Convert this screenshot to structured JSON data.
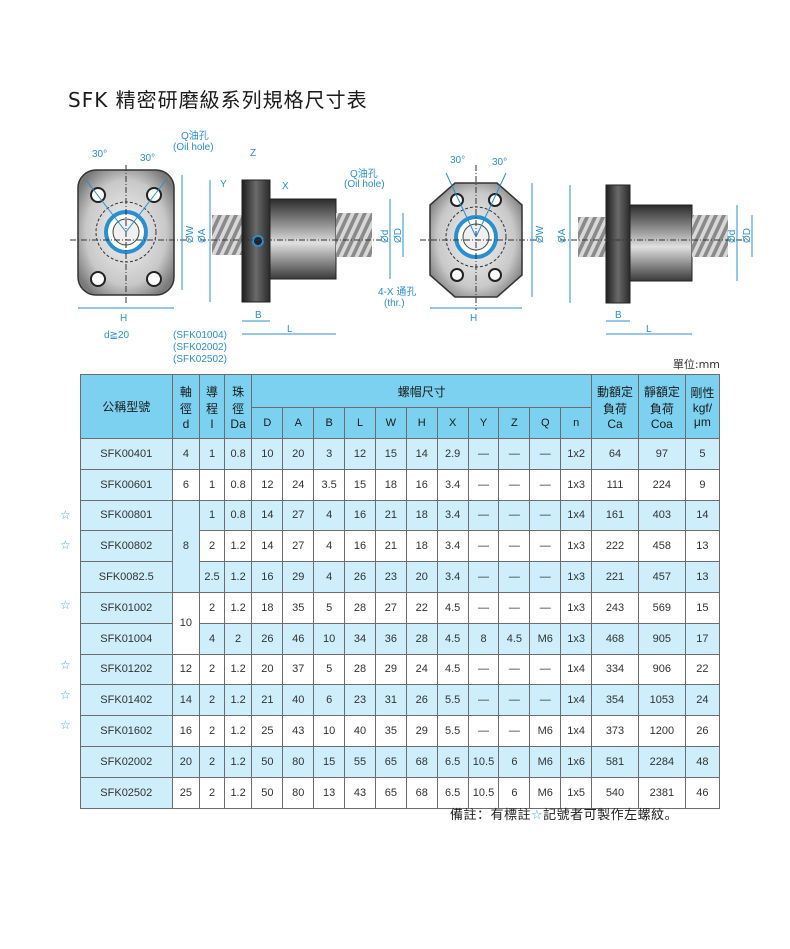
{
  "title": "SFK 精密研磨級系列規格尺寸表",
  "drawing": {
    "angle1": "30°",
    "angle2": "30°",
    "oil_hole_left": "Q油孔",
    "oil_hole_left_en": "(Oil hole)",
    "oil_hole_right": "Q油孔",
    "oil_hole_right_en": "(Oil hole)",
    "dim_z": "Z",
    "dim_y": "Y",
    "dim_x": "X",
    "dim_w": "ØW",
    "dim_a": "ØA",
    "dim_d_small": "Ød",
    "dim_d_big": "ØD",
    "dim_h": "H",
    "dim_b": "B",
    "dim_l": "L",
    "d_note": "d≧20",
    "models_note": [
      "(SFK01004)",
      "(SFK02002)",
      "(SFK02502)"
    ],
    "thru_hole": "4-X 通孔",
    "thru_hole_en": "(thr.)"
  },
  "unit_label": "單位:mm",
  "table": {
    "head": {
      "model": "公稱型號",
      "shaft": [
        "軸",
        "徑",
        "d"
      ],
      "lead": [
        "導",
        "程",
        "l"
      ],
      "ball": [
        "珠",
        "徑",
        "Da"
      ],
      "nut_dims": "螺帽尺寸",
      "dyn": [
        "動額定",
        "負荷",
        "Ca"
      ],
      "stat": [
        "靜額定",
        "負荷",
        "Coa"
      ],
      "rigid": [
        "剛性",
        "kgf/",
        "μm"
      ],
      "sub": [
        "D",
        "A",
        "B",
        "L",
        "W",
        "H",
        "X",
        "Y",
        "Z",
        "Q",
        "n"
      ]
    },
    "rows": [
      {
        "model": "SFK00401",
        "d": "4",
        "l": "1",
        "Da": "0.8",
        "D": "10",
        "A": "20",
        "B": "3",
        "L": "12",
        "W": "15",
        "H": "14",
        "X": "2.9",
        "Y": "—",
        "Z": "—",
        "Q": "—",
        "n": "1x2",
        "Ca": "64",
        "Coa": "97",
        "K": "5"
      },
      {
        "model": "SFK00601",
        "d": "6",
        "l": "1",
        "Da": "0.8",
        "D": "12",
        "A": "24",
        "B": "3.5",
        "L": "15",
        "W": "18",
        "H": "16",
        "X": "3.4",
        "Y": "—",
        "Z": "—",
        "Q": "—",
        "n": "1x3",
        "Ca": "111",
        "Coa": "224",
        "K": "9"
      },
      {
        "model": "SFK00801",
        "d": "",
        "l": "1",
        "Da": "0.8",
        "D": "14",
        "A": "27",
        "B": "4",
        "L": "16",
        "W": "21",
        "H": "18",
        "X": "3.4",
        "Y": "—",
        "Z": "—",
        "Q": "—",
        "n": "1x4",
        "Ca": "161",
        "Coa": "403",
        "K": "14"
      },
      {
        "model": "SFK00802",
        "d": "8",
        "l": "2",
        "Da": "1.2",
        "D": "14",
        "A": "27",
        "B": "4",
        "L": "16",
        "W": "21",
        "H": "18",
        "X": "3.4",
        "Y": "—",
        "Z": "—",
        "Q": "—",
        "n": "1x3",
        "Ca": "222",
        "Coa": "458",
        "K": "13"
      },
      {
        "model": "SFK0082.5",
        "d": "",
        "l": "2.5",
        "Da": "1.2",
        "D": "16",
        "A": "29",
        "B": "4",
        "L": "26",
        "W": "23",
        "H": "20",
        "X": "3.4",
        "Y": "—",
        "Z": "—",
        "Q": "—",
        "n": "1x3",
        "Ca": "221",
        "Coa": "457",
        "K": "13"
      },
      {
        "model": "SFK01002",
        "d": "",
        "l": "2",
        "Da": "1.2",
        "D": "18",
        "A": "35",
        "B": "5",
        "L": "28",
        "W": "27",
        "H": "22",
        "X": "4.5",
        "Y": "—",
        "Z": "—",
        "Q": "—",
        "n": "1x3",
        "Ca": "243",
        "Coa": "569",
        "K": "15"
      },
      {
        "model": "SFK01004",
        "d": "10",
        "l": "4",
        "Da": "2",
        "D": "26",
        "A": "46",
        "B": "10",
        "L": "34",
        "W": "36",
        "H": "28",
        "X": "4.5",
        "Y": "8",
        "Z": "4.5",
        "Q": "M6",
        "n": "1x3",
        "Ca": "468",
        "Coa": "905",
        "K": "17"
      },
      {
        "model": "SFK01202",
        "d": "12",
        "l": "2",
        "Da": "1.2",
        "D": "20",
        "A": "37",
        "B": "5",
        "L": "28",
        "W": "29",
        "H": "24",
        "X": "4.5",
        "Y": "—",
        "Z": "—",
        "Q": "—",
        "n": "1x4",
        "Ca": "334",
        "Coa": "906",
        "K": "22"
      },
      {
        "model": "SFK01402",
        "d": "14",
        "l": "2",
        "Da": "1.2",
        "D": "21",
        "A": "40",
        "B": "6",
        "L": "23",
        "W": "31",
        "H": "26",
        "X": "5.5",
        "Y": "—",
        "Z": "—",
        "Q": "—",
        "n": "1x4",
        "Ca": "354",
        "Coa": "1053",
        "K": "24"
      },
      {
        "model": "SFK01602",
        "d": "16",
        "l": "2",
        "Da": "1.2",
        "D": "25",
        "A": "43",
        "B": "10",
        "L": "40",
        "W": "35",
        "H": "29",
        "X": "5.5",
        "Y": "—",
        "Z": "—",
        "Q": "M6",
        "n": "1x4",
        "Ca": "373",
        "Coa": "1200",
        "K": "26"
      },
      {
        "model": "SFK02002",
        "d": "20",
        "l": "2",
        "Da": "1.2",
        "D": "50",
        "A": "80",
        "B": "15",
        "L": "55",
        "W": "65",
        "H": "68",
        "X": "6.5",
        "Y": "10.5",
        "Z": "6",
        "Q": "M6",
        "n": "1x6",
        "Ca": "581",
        "Coa": "2284",
        "K": "48"
      },
      {
        "model": "SFK02502",
        "d": "25",
        "l": "2",
        "Da": "1.2",
        "D": "50",
        "A": "80",
        "B": "13",
        "L": "43",
        "W": "65",
        "H": "68",
        "X": "6.5",
        "Y": "10.5",
        "Z": "6",
        "Q": "M6",
        "n": "1x5",
        "Ca": "540",
        "Coa": "2381",
        "K": "46"
      }
    ]
  },
  "star_glyph": "☆",
  "note": {
    "prefix": "備註：有標註",
    "suffix": "記號者可製作左螺紋。"
  },
  "colors": {
    "header": "#7bd1ef",
    "row_alt": "#cdeefa",
    "accent": "#3aaae0"
  }
}
